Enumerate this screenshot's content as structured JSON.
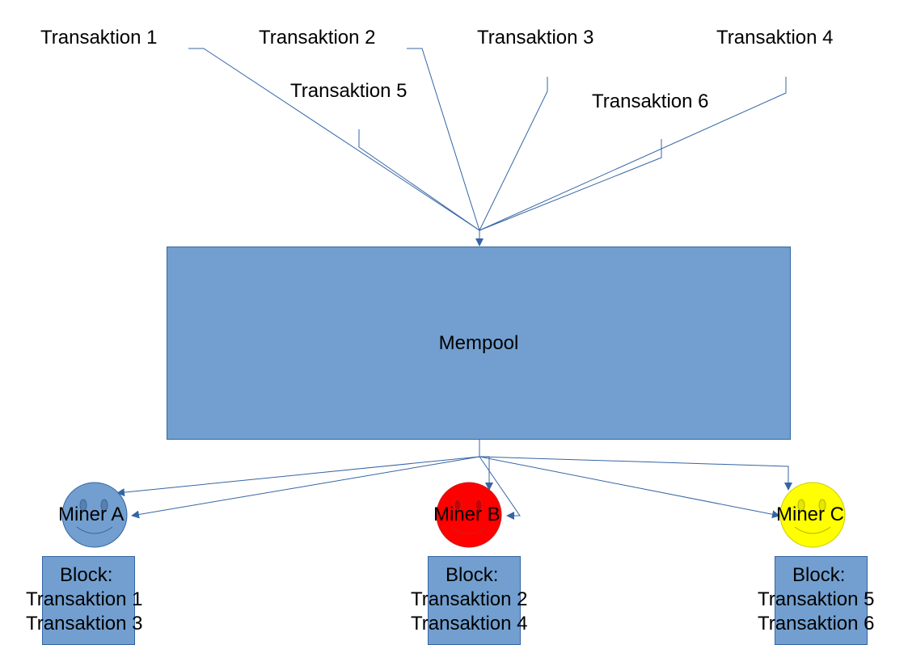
{
  "transactions": {
    "t1": "Transaktion 1",
    "t2": "Transaktion 2",
    "t3": "Transaktion 3",
    "t4": "Transaktion 4",
    "t5": "Transaktion 5",
    "t6": "Transaktion 6"
  },
  "mempool": {
    "label": "Mempool",
    "color": "#729fcf"
  },
  "miners": [
    {
      "label": "Miner A",
      "color": "#729fcf"
    },
    {
      "label": "Miner B",
      "color": "#ff0000"
    },
    {
      "label": "Miner C",
      "color": "#ffff00"
    }
  ],
  "blocks": [
    {
      "title": "Block:",
      "lines": [
        "Transaktion 1",
        "Transaktion 3"
      ]
    },
    {
      "title": "Block:",
      "lines": [
        "Transaktion 2",
        "Transaktion 4"
      ]
    },
    {
      "title": "Block:",
      "lines": [
        "Transaktion 5",
        "Transaktion 6"
      ]
    }
  ],
  "colors": {
    "connector": "#3465a4"
  }
}
